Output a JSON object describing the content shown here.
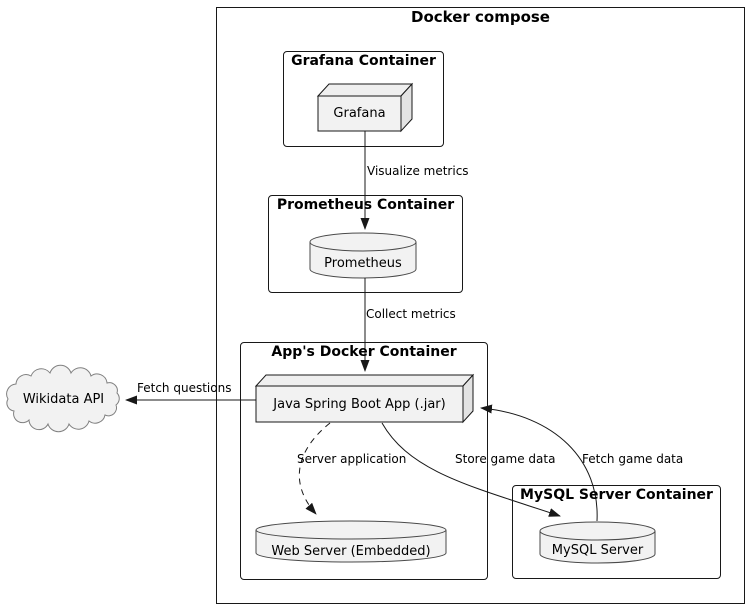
{
  "diagram": {
    "title": "Docker compose",
    "containers": [
      {
        "id": "grafana-container",
        "label": "Grafana Container"
      },
      {
        "id": "prometheus-container",
        "label": "Prometheus Container"
      },
      {
        "id": "apps-docker-container",
        "label": "App's Docker Container"
      },
      {
        "id": "mysql-server-container",
        "label": "MySQL Server Container"
      }
    ],
    "nodes": [
      {
        "id": "grafana",
        "type": "node",
        "label": "Grafana"
      },
      {
        "id": "prometheus-db",
        "type": "database",
        "label": "Prometheus"
      },
      {
        "id": "java-app",
        "type": "node",
        "label": "Java Spring Boot App (.jar)"
      },
      {
        "id": "web-server",
        "type": "database",
        "label": "Web Server (Embedded)"
      },
      {
        "id": "mysql-db",
        "type": "database",
        "label": "MySQL Server"
      },
      {
        "id": "wikidata-api",
        "type": "cloud",
        "label": "Wikidata API"
      }
    ],
    "edges": [
      {
        "id": "visualize-metrics",
        "label": "Visualize metrics",
        "from": "grafana",
        "to": "prometheus-db",
        "style": "solid"
      },
      {
        "id": "collect-metrics",
        "label": "Collect metrics",
        "from": "prometheus-db",
        "to": "java-app",
        "style": "solid"
      },
      {
        "id": "fetch-questions",
        "label": "Fetch questions",
        "from": "java-app",
        "to": "wikidata-api",
        "style": "solid"
      },
      {
        "id": "server-application",
        "label": "Server application",
        "from": "java-app",
        "to": "web-server",
        "style": "dashed"
      },
      {
        "id": "store-game-data",
        "label": "Store game data",
        "from": "java-app",
        "to": "mysql-db",
        "style": "solid"
      },
      {
        "id": "fetch-game-data",
        "label": "Fetch game data",
        "from": "mysql-db",
        "to": "java-app",
        "style": "solid"
      }
    ],
    "colors": {
      "shape_fill": "#f2f2f2",
      "shape_fill_top": "#efefef",
      "shape_fill_side": "#e3e3e3",
      "border": "#181818",
      "cylinder_border": "#4a4a4a",
      "cloud_border": "#808080",
      "text": "#000000",
      "background": "#ffffff"
    }
  }
}
